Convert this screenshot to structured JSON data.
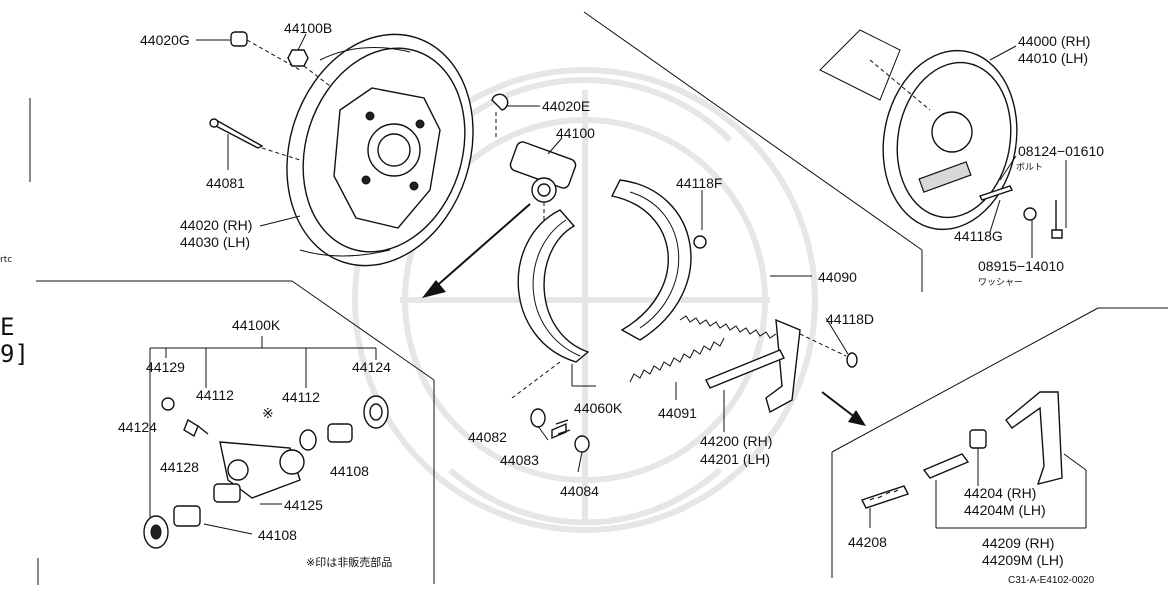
{
  "diagram": {
    "labels": {
      "p44020G": "44020G",
      "p44100B": "44100B",
      "p44020E": "44020E",
      "p44100": "44100",
      "p44081": "44081",
      "p44020": "44020 (RH)",
      "p44030": "44030 (LH)",
      "p44118F": "44118F",
      "p44090": "44090",
      "p44118D": "44118D",
      "p44060K": "44060K",
      "p44091": "44091",
      "p44082": "44082",
      "p44083": "44083",
      "p44084": "44084",
      "p44200": "44200 (RH)",
      "p44201": "44201 (LH)",
      "p44000": "44000 (RH)",
      "p44010": "44010 (LH)",
      "p08124": "08124−01610",
      "p08124jp": "ボルト",
      "p44118G": "44118G",
      "p08915": "08915−14010",
      "p08915jp": "ワッシャー",
      "p44100K": "44100K",
      "p44129": "44129",
      "p44112a": "44112",
      "p44124a": "44124",
      "p44112b": "44112",
      "p44124b": "44124",
      "p44128": "44128",
      "p44108a": "44108",
      "p44125": "44125",
      "p44108b": "44108",
      "asterisk": "※",
      "note": "※印は非販売部品",
      "p44204": "44204 (RH)",
      "p44204M": "44204M (LH)",
      "p44208": "44208",
      "p44209": "44209 (RH)",
      "p44209M": "44209M (LH)",
      "code": "C31-A-E4102-0020",
      "edgeA": "E",
      "edgeB": "9]",
      "edgeC": "rtc"
    }
  }
}
